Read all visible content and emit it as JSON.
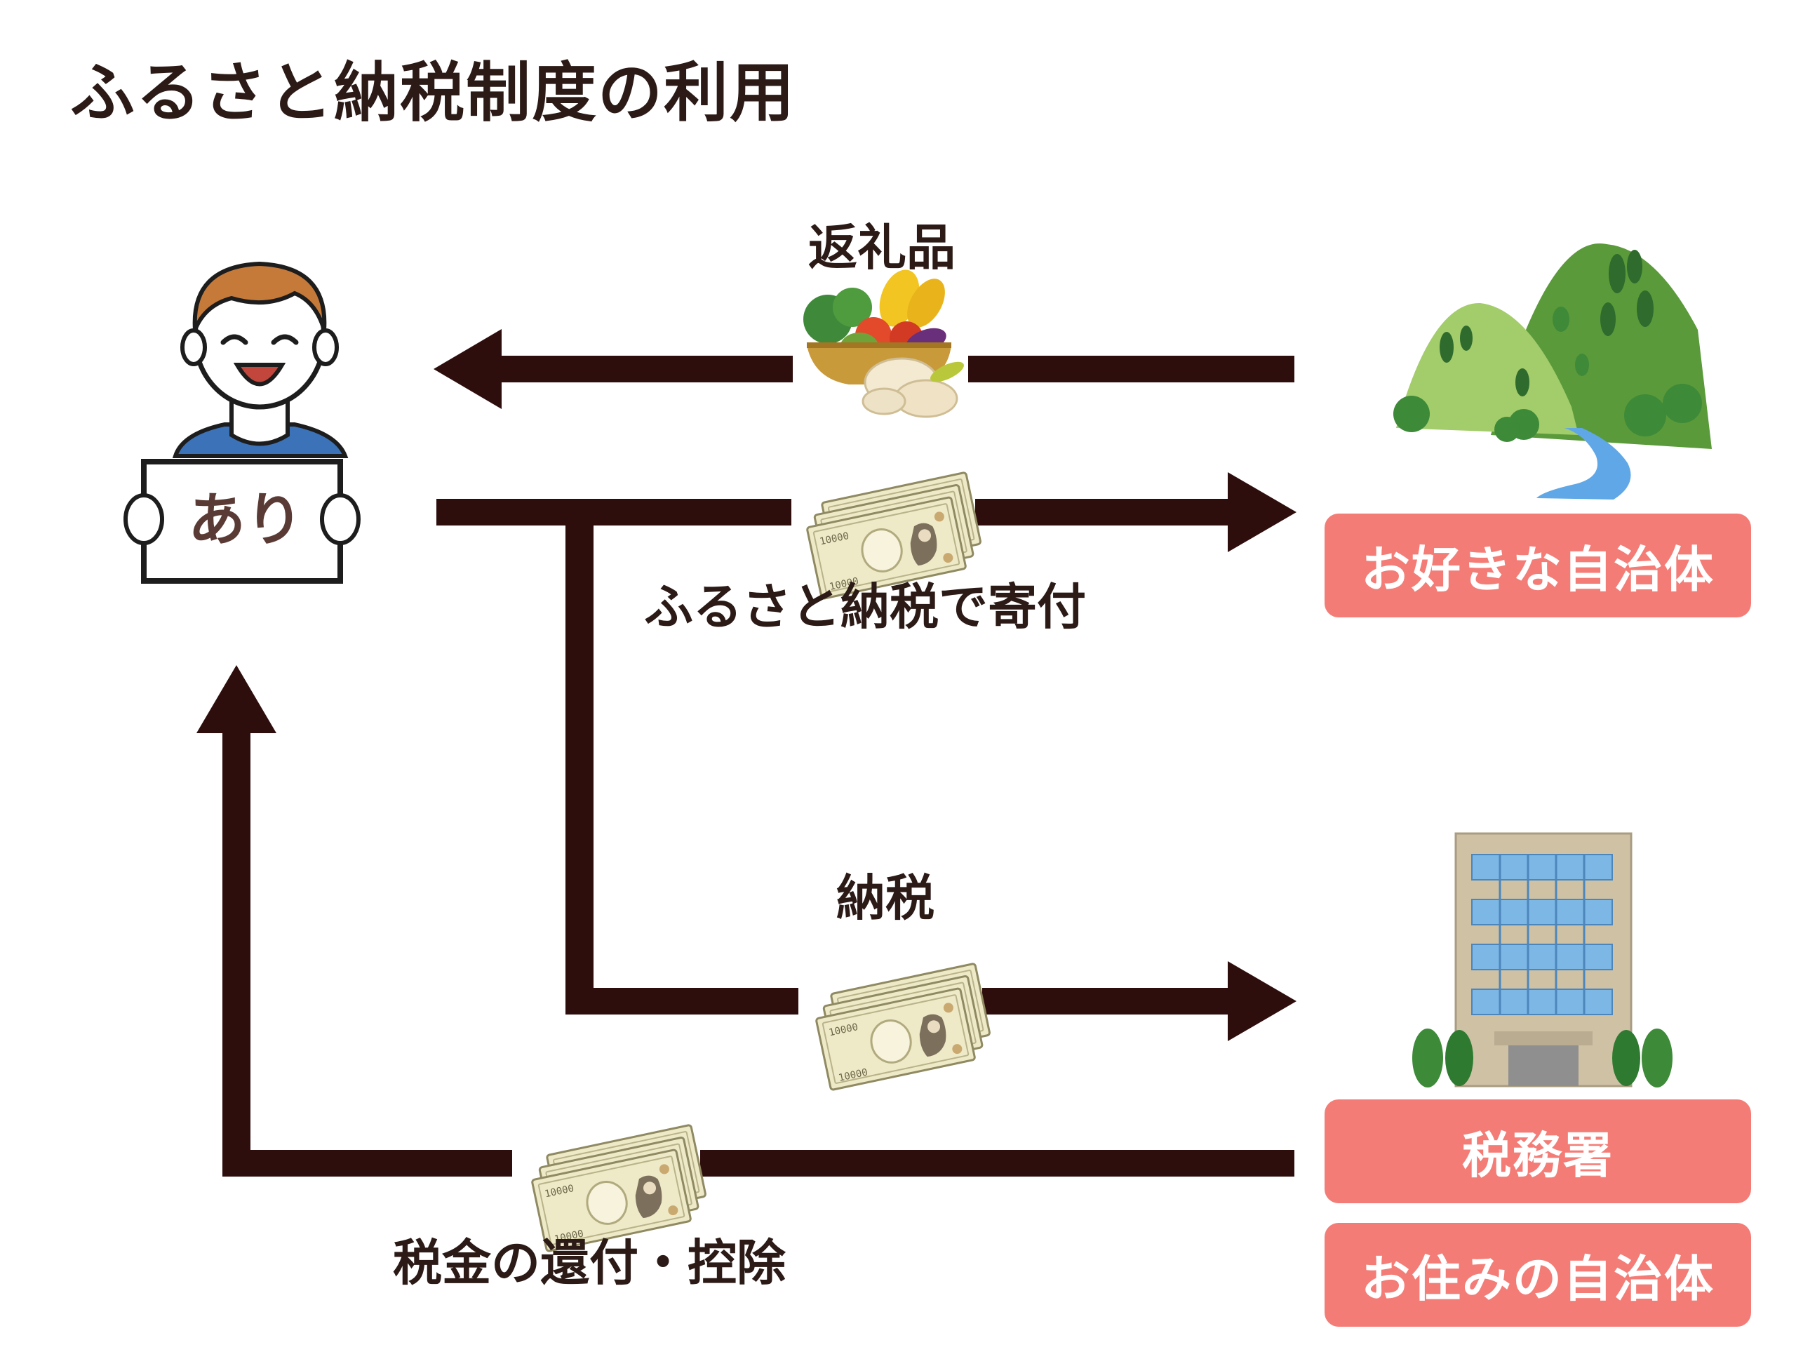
{
  "title": "ふるさと納税制度の利用",
  "person": {
    "sign_text": "あり"
  },
  "labels": {
    "gift": "返礼品",
    "donation": "ふるさと納税で寄付",
    "tax_payment": "納税",
    "refund": "税金の還付・控除"
  },
  "entities": {
    "favorite_municipality": "お好きな自治体",
    "tax_office": "税務署",
    "home_municipality": "お住みの自治体"
  },
  "banknote_denomination": "10000",
  "colors": {
    "arrow": "#2e0e0d",
    "pill": "#f47c76",
    "text": "#2b1a16",
    "hair": "#c57a3a",
    "shirt": "#3b72b8"
  },
  "icons": [
    "person-holding-sign-icon",
    "vegetable-basket-icon",
    "banknotes-icon",
    "mountains-icon",
    "office-building-icon"
  ]
}
